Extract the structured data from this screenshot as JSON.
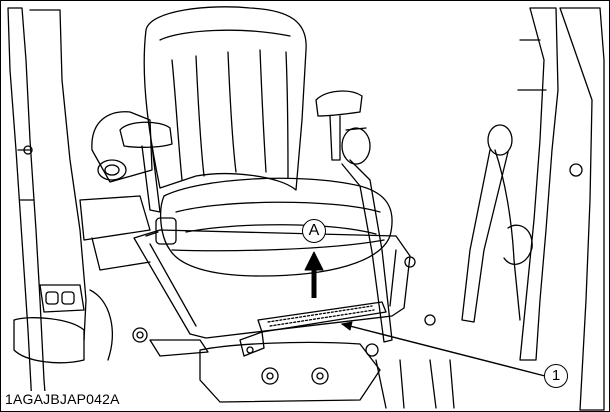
{
  "figure": {
    "callout_a": "A",
    "callout_1": "1",
    "code": "1AGAJBJAP042A"
  },
  "colors": {
    "line": "#000000",
    "background": "#ffffff"
  }
}
